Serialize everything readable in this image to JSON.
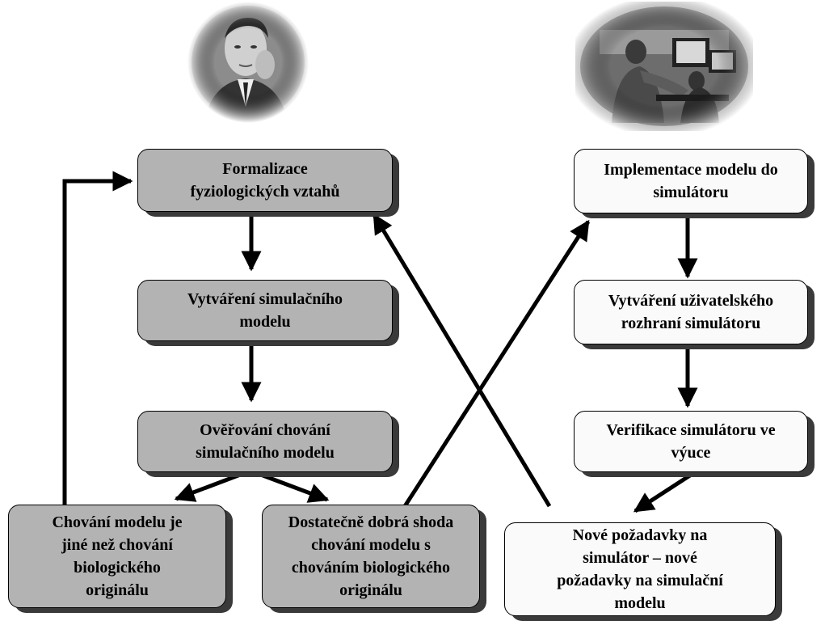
{
  "boxes": {
    "formalizace": [
      "Formalizace",
      "fyziologických vztahů"
    ],
    "vytvareni_modelu": [
      "Vytváření simulačního",
      "modelu"
    ],
    "overovani": [
      "Ověřování chování",
      "simulačního modelu"
    ],
    "chovani_jine": [
      "Chování modelu je",
      "jiné než chování",
      "biologického",
      "originálu"
    ],
    "shoda": [
      "Dostatečně dobrá shoda",
      "chování modelu s",
      "chováním biologického",
      "originálu"
    ],
    "implementace": [
      "Implementace modelu do",
      "simulátoru"
    ],
    "rozhrani": [
      "Vytváření uživatelského",
      "rozhraní simulátoru"
    ],
    "verifikace": [
      "Verifikace simulátoru ve",
      "výuce"
    ],
    "pozadavky": [
      "Nové požadavky na",
      "simulátor – nové",
      "požadavky na simulační",
      "modelu"
    ]
  },
  "colors": {
    "grey_box": "#b3b3b3",
    "white_box": "#fafafa",
    "shadow": "#3a3a3a"
  },
  "photos": {
    "left": "man-thinking-photo",
    "right": "people-at-computer-photo"
  }
}
